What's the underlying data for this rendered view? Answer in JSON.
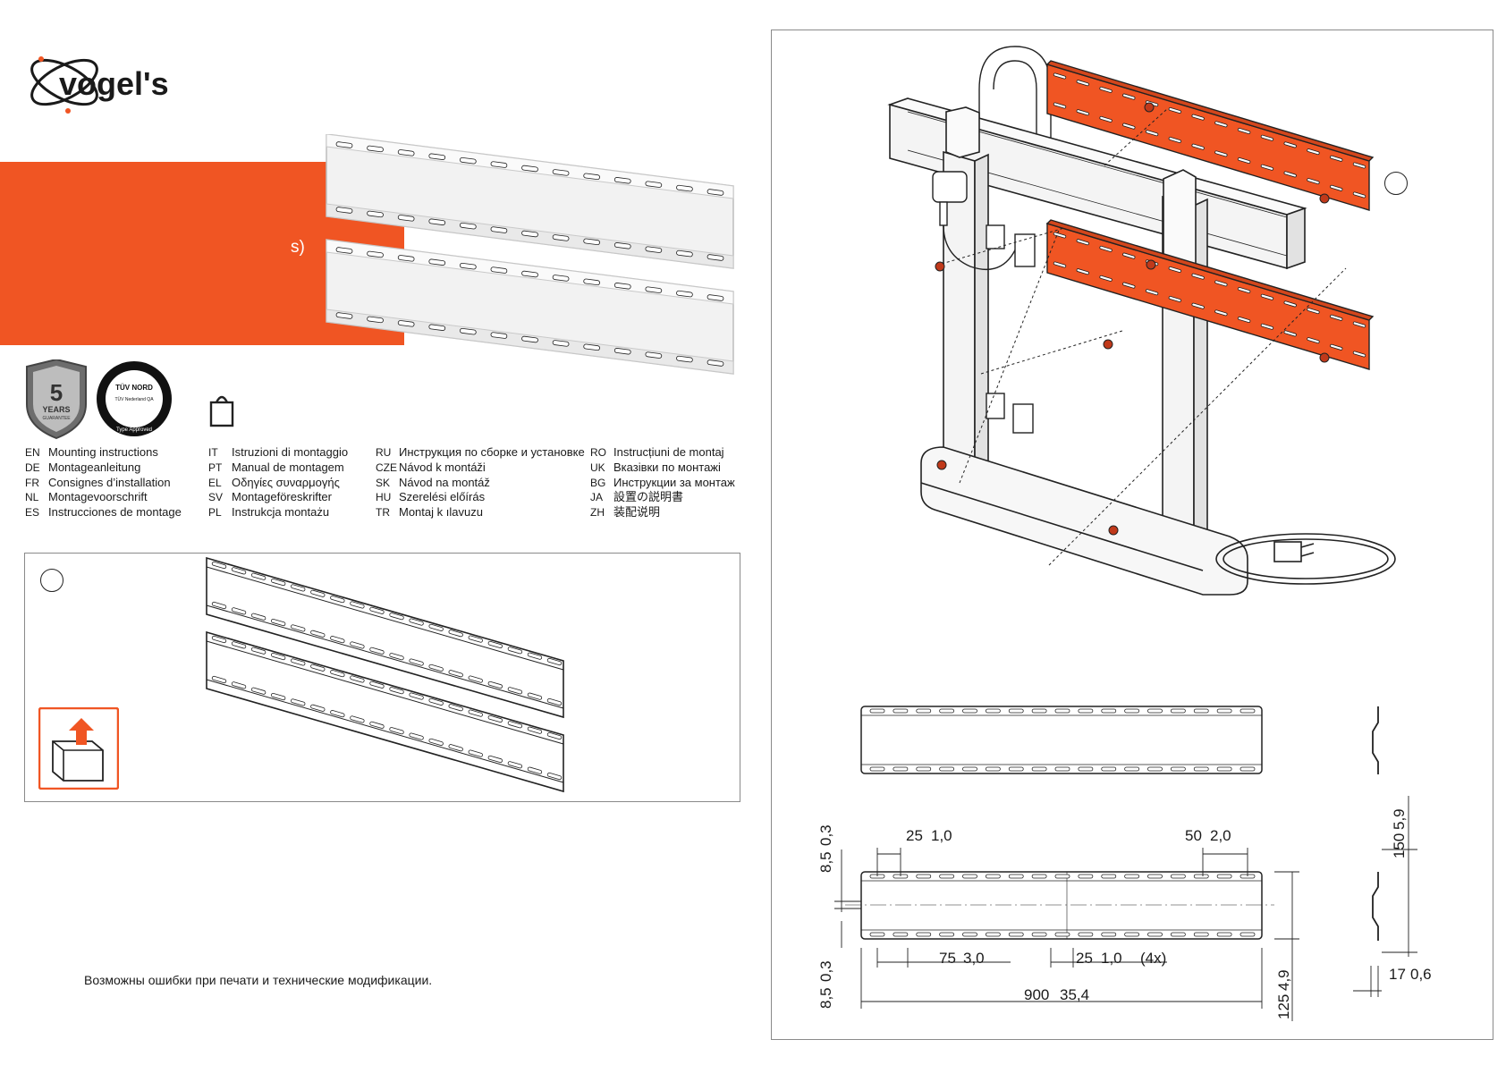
{
  "brand": {
    "name": "vogel's"
  },
  "cover": {
    "band_text": "s)"
  },
  "badges": {
    "guarantee_number": "5",
    "guarantee_years": "YEARS",
    "guarantee_word": "GUARANTEE",
    "tuv_top": "TÜV NORD",
    "tuv_inner": "TÜV Nederland QA",
    "tuv_bottom": "Type Approved"
  },
  "languages": {
    "col1": [
      {
        "code": "EN",
        "name": "Mounting instructions"
      },
      {
        "code": "DE",
        "name": "Montageanleitung"
      },
      {
        "code": "FR",
        "name": "Consignes d’installation"
      },
      {
        "code": "NL",
        "name": "Montagevoorschrift"
      },
      {
        "code": "ES",
        "name": "Instrucciones de montage"
      }
    ],
    "col2": [
      {
        "code": "IT",
        "name": "Istruzioni di montaggio"
      },
      {
        "code": "PT",
        "name": "Manual de montagem"
      },
      {
        "code": "EL",
        "name": "Οδηγίες συναρμογής"
      },
      {
        "code": "SV",
        "name": "Montageföreskrifter"
      },
      {
        "code": "PL",
        "name": "Instrukcja montażu"
      }
    ],
    "col3": [
      {
        "code": "RU",
        "name": "Инструкция по сборке и установке"
      },
      {
        "code": "CZE",
        "name": "Návod k montáži"
      },
      {
        "code": "SK",
        "name": "Návod na montáž"
      },
      {
        "code": "HU",
        "name": "Szerelési előírás"
      },
      {
        "code": "TR",
        "name": "Montaj k ılavuzu"
      }
    ],
    "col4": [
      {
        "code": "RO",
        "name": "Instrucțiuni de montaj"
      },
      {
        "code": "UK",
        "name": "Вказівки по монтажі"
      },
      {
        "code": "BG",
        "name": "Инструкции за монтаж"
      },
      {
        "code": "JA",
        "name": "設置の説明書"
      },
      {
        "code": "ZH",
        "name": "装配说明"
      }
    ]
  },
  "disclaimer": "Возможны ошибки при печати и технические модификации.",
  "dimensions": {
    "d_25_top": "25",
    "d_25_top_in": "1,0",
    "d_50_top": "50",
    "d_50_top_in": "2,0",
    "d_85_top": "8,5",
    "d_85_top_in": "0,3",
    "d_85_bot": "8,5",
    "d_85_bot_in": "0,3",
    "d_75": "75",
    "d_75_in": "3,0",
    "d_25_bot": "25",
    "d_25_bot_in": "1,0",
    "d_25_bot_qty": "(4x)",
    "d_900": "900",
    "d_900_in": "35,4",
    "d_125": "125",
    "d_125_in": "4,9",
    "d_150": "150",
    "d_150_in": "5,9",
    "d_17": "17",
    "d_17_in": "0,6"
  },
  "colors": {
    "accent": "#f05523",
    "frame": "#8a8a8a",
    "text": "#1a1a1a"
  }
}
